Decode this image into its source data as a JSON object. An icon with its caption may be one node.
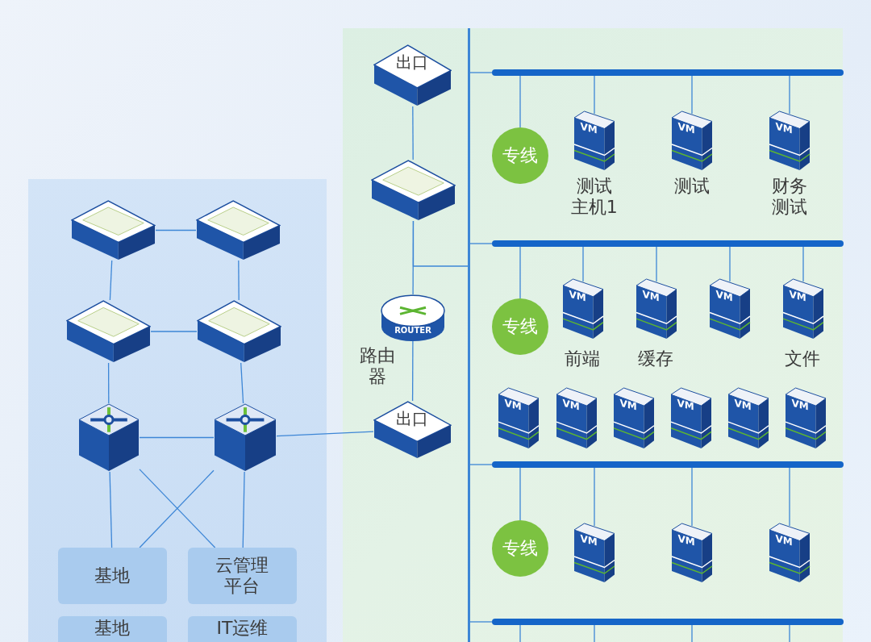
{
  "diagram": {
    "nodes": [
      {
        "text": [],
        "shape": "picture"
      },
      {
        "text": [],
        "shape": "picture"
      },
      {
        "text": [],
        "shape": "picture"
      },
      {
        "text": [],
        "shape": "picture"
      },
      {
        "text": [],
        "shape": "picture"
      },
      {
        "text": [],
        "shape": "picture"
      },
      {
        "text": [
          "基地"
        ]
      },
      {
        "text": [
          "云管理平台"
        ]
      },
      {
        "text": [
          "基地"
        ]
      },
      {
        "text": [
          "IT运维"
        ]
      },
      {
        "text": [
          "出口"
        ]
      },
      {
        "text": [],
        "shape": "picture"
      },
      {
        "text": [
          "ROUTER"
        ],
        "beside": [
          "路由器"
        ]
      },
      {
        "text": [
          "出口"
        ]
      },
      {
        "text": [],
        "shape": "bar"
      },
      {
        "text": [],
        "shape": "bar"
      },
      {
        "text": [
          "专线"
        ]
      },
      {
        "text": [
          "VM"
        ],
        "beside": [
          "测试主机1"
        ]
      },
      {
        "text": [
          "VM"
        ],
        "beside": [
          "测试"
        ]
      },
      {
        "text": [
          "VM"
        ],
        "beside": [
          "财务测试"
        ]
      },
      {
        "text": [],
        "shape": "bar"
      },
      {
        "text": [
          "专线"
        ]
      },
      {
        "text": [
          "VM"
        ],
        "beside": [
          "前端"
        ]
      },
      {
        "text": [
          "VM"
        ],
        "beside": [
          "缓存"
        ]
      },
      {
        "text": [
          "VM"
        ]
      },
      {
        "text": [
          "VM"
        ],
        "beside": [
          "文件"
        ]
      },
      {
        "text": [
          "VM"
        ]
      },
      {
        "text": [
          "VM"
        ]
      },
      {
        "text": [
          "VM"
        ]
      },
      {
        "text": [
          "VM"
        ]
      },
      {
        "text": [
          "VM"
        ]
      },
      {
        "text": [
          "VM"
        ]
      },
      {
        "text": [],
        "shape": "bar"
      },
      {
        "text": [
          "专线"
        ]
      },
      {
        "text": [
          "VM"
        ]
      },
      {
        "text": [
          "VM"
        ]
      },
      {
        "text": [
          "VM"
        ]
      },
      {
        "text": [],
        "shape": "bar"
      }
    ],
    "edges": [
      {
        "from": 0,
        "to": 1,
        "arrow": "none"
      },
      {
        "from": 0,
        "to": 2,
        "arrow": "none"
      },
      {
        "from": 1,
        "to": 3,
        "arrow": "none"
      },
      {
        "from": 2,
        "to": 3,
        "arrow": "none"
      },
      {
        "from": 2,
        "to": 4,
        "arrow": "none"
      },
      {
        "from": 3,
        "to": 5,
        "arrow": "none"
      },
      {
        "from": 4,
        "to": 5,
        "arrow": "none"
      },
      {
        "from": 4,
        "to": 6,
        "arrow": "none"
      },
      {
        "from": 4,
        "to": 7,
        "arrow": "none"
      },
      {
        "from": 5,
        "to": 6,
        "arrow": "none"
      },
      {
        "from": 5,
        "to": 7,
        "arrow": "none"
      },
      {
        "from": 5,
        "to": 13,
        "arrow": "none"
      },
      {
        "from": 10,
        "to": 11,
        "arrow": "none"
      },
      {
        "from": 11,
        "to": 12,
        "arrow": "none"
      },
      {
        "from": 11,
        "to": 14,
        "arrow": "none"
      },
      {
        "from": 12,
        "to": 13,
        "arrow": "none"
      },
      {
        "from": 14,
        "to": 15,
        "arrow": "none"
      },
      {
        "from": 14,
        "to": 20,
        "arrow": "none"
      },
      {
        "from": 14,
        "to": 32,
        "arrow": "none"
      },
      {
        "from": 14,
        "to": 37,
        "arrow": "none"
      },
      {
        "from": 15,
        "to": 16,
        "arrow": "none"
      },
      {
        "from": 15,
        "to": 17,
        "arrow": "none"
      },
      {
        "from": 15,
        "to": 18,
        "arrow": "none"
      },
      {
        "from": 15,
        "to": 19,
        "arrow": "none"
      },
      {
        "from": 20,
        "to": 21,
        "arrow": "none"
      },
      {
        "from": 20,
        "to": 22,
        "arrow": "none"
      },
      {
        "from": 20,
        "to": 23,
        "arrow": "none"
      },
      {
        "from": 20,
        "to": 24,
        "arrow": "none"
      },
      {
        "from": 20,
        "to": 25,
        "arrow": "none"
      },
      {
        "from": 32,
        "to": 33,
        "arrow": "none"
      },
      {
        "from": 32,
        "to": 34,
        "arrow": "none"
      },
      {
        "from": 32,
        "to": 35,
        "arrow": "none"
      },
      {
        "from": 32,
        "to": 36,
        "arrow": "none"
      },
      {
        "from": 37,
        "to": null,
        "arrow": "none"
      },
      {
        "from": 37,
        "to": null,
        "arrow": "none"
      },
      {
        "from": 37,
        "to": null,
        "arrow": "none"
      },
      {
        "from": 37,
        "to": null,
        "arrow": "none"
      }
    ]
  }
}
